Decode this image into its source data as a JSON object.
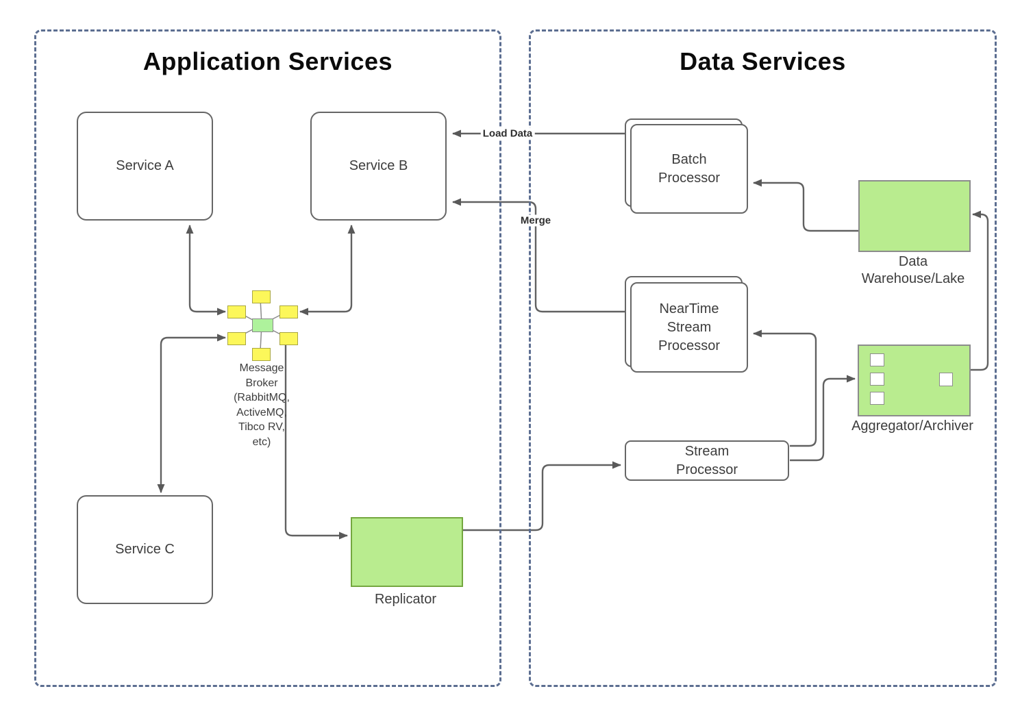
{
  "diagram": {
    "containers": {
      "app": {
        "title": "Application Services"
      },
      "data": {
        "title": "Data Services"
      }
    },
    "nodes": {
      "service_a": {
        "label": "Service A"
      },
      "service_b": {
        "label": "Service B"
      },
      "service_c": {
        "label": "Service C"
      },
      "message_broker": {
        "label": "Message\nBroker\n(RabbitMQ,\nActiveMQ,\nTibco RV,\netc)"
      },
      "replicator": {
        "label": "Replicator"
      },
      "batch_processor": {
        "label": "Batch\nProcessor"
      },
      "neartime_stream_processor": {
        "label": "NearTime\nStream\nProcessor"
      },
      "stream_processor": {
        "label": "Stream\nProcessor"
      },
      "data_warehouse": {
        "label": "Data\nWarehouse/Lake"
      },
      "aggregator": {
        "label": "Aggregator/Archiver"
      }
    },
    "edge_labels": {
      "load_data": "Load Data",
      "merge": "Merge"
    },
    "icons": {
      "replicator": "fan-out-replication-icon",
      "data_warehouse": "database-cylinder-icon",
      "aggregator": "aggregate-squares-icon",
      "message_broker": "hub-and-spoke-icon"
    },
    "colors": {
      "container_dash": "#5c6e91",
      "connector": "#616161",
      "arrowhead": "#595959",
      "box_border": "#666666",
      "green_fill": "#b9ec8f",
      "replicator_border": "#74a73f",
      "gray_border": "#8c8c8c",
      "broker_yellow": "#fcf75a",
      "broker_yellow_border": "#a9a640",
      "broker_green": "#aef29c",
      "cylinder_gray": "#8f8f8f",
      "text": "#3d3d3d",
      "title": "#0b0b0b"
    }
  }
}
